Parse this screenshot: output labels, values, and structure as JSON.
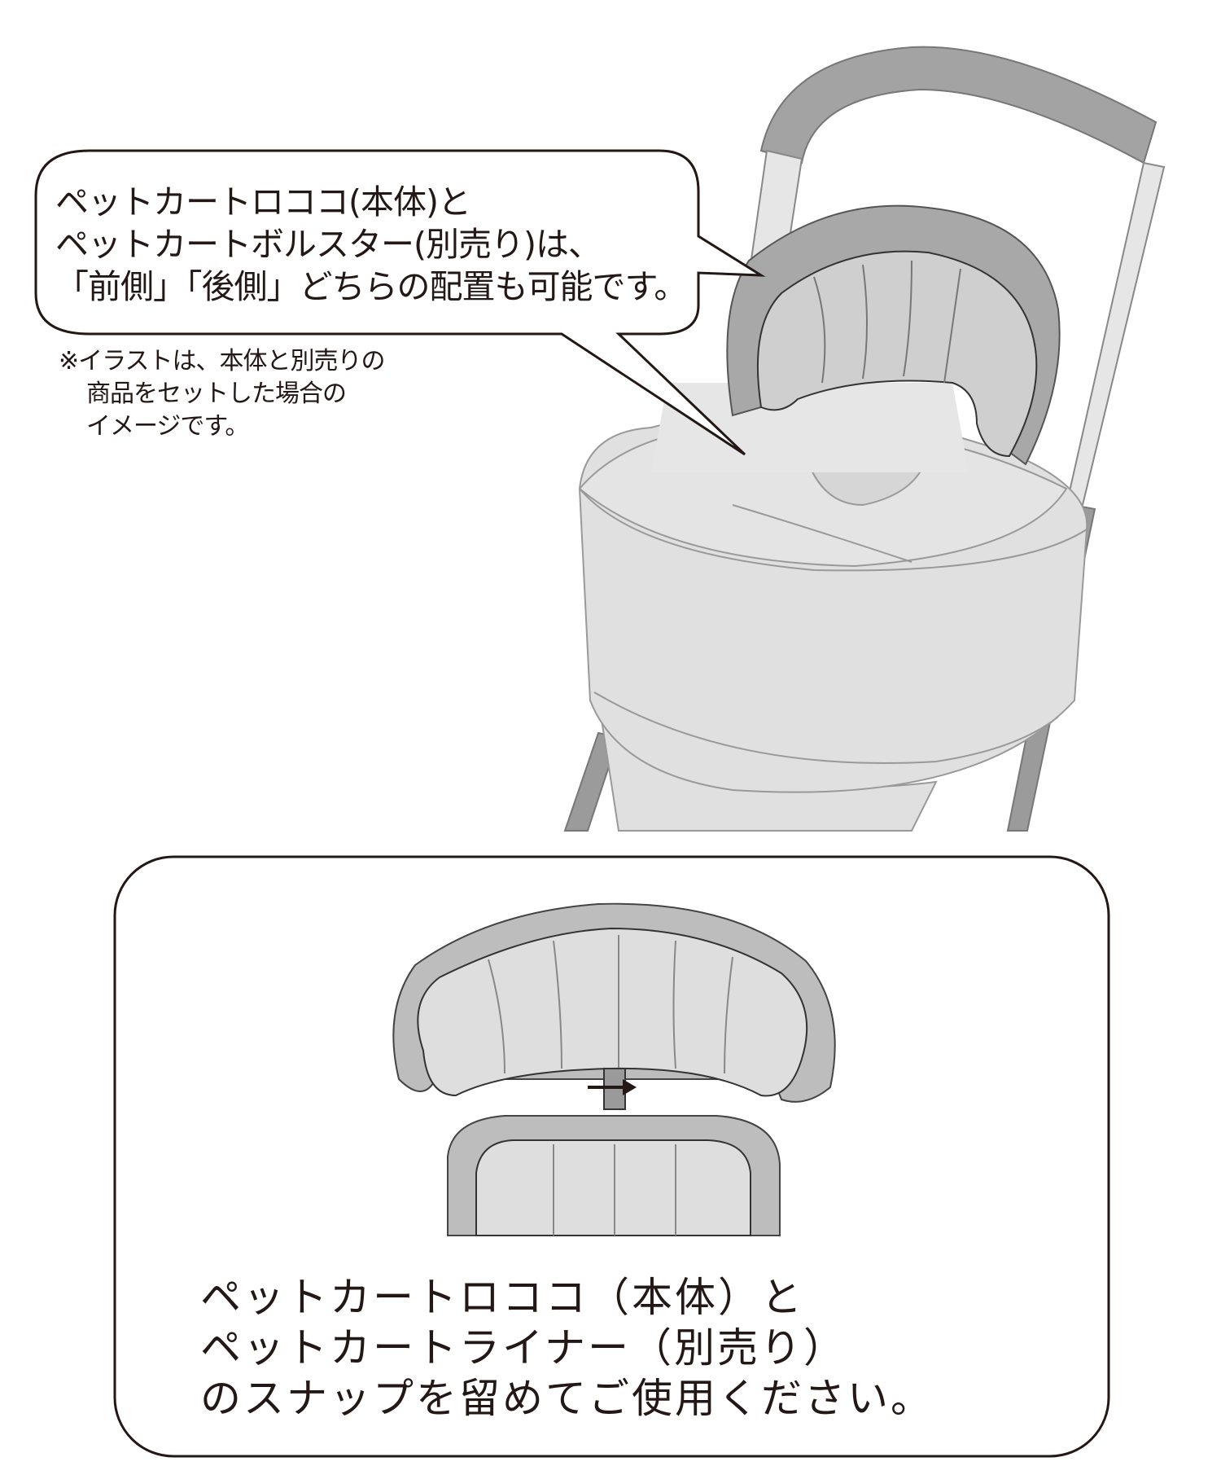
{
  "callout": {
    "lines": [
      "ペットカートロココ(本体)と",
      "ペットカートボルスター(別売り)は、",
      "「前側」「後側」どちらの配置も可能です。"
    ]
  },
  "note": {
    "lines": [
      "※イラストは、本体と別売りの",
      "商品をセットした場合の",
      "イメージです。"
    ]
  },
  "instruction": {
    "lines": [
      "ペットカートロココ（本体）と",
      "ペットカートライナー（別売り）",
      "のスナップを留めてご使用ください。"
    ]
  },
  "colors": {
    "line": "#231815",
    "fabric": "#dcdcdc",
    "frame": "#9b9b9b",
    "stroke_gray": "#888888"
  }
}
